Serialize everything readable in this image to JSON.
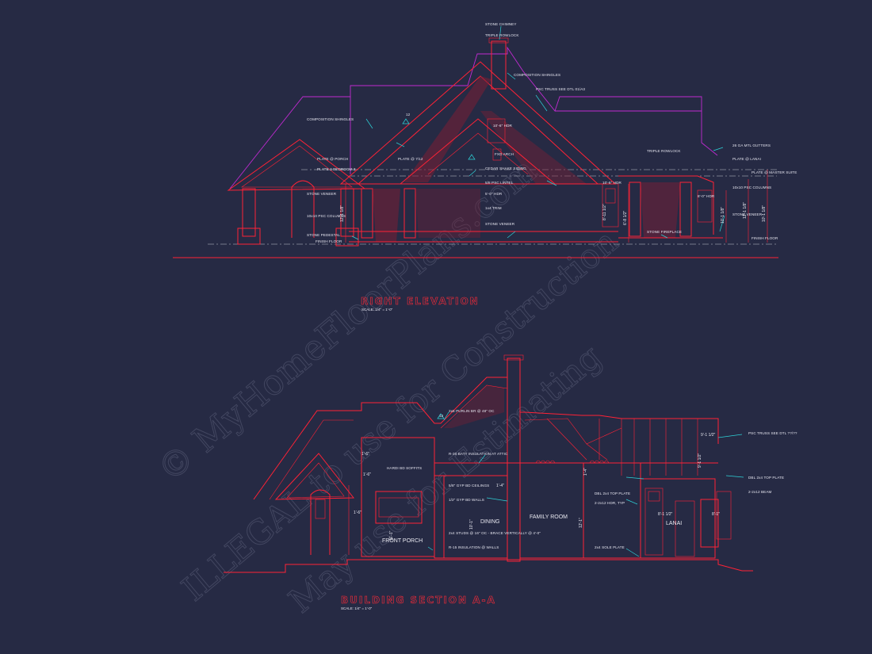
{
  "watermark": {
    "line1": "© MyHomeFloorPlans.com",
    "line2": "ILLEGAL to use for Construction",
    "line3": "May use for Estimating"
  },
  "elevation": {
    "title": "RIGHT ELEVATION",
    "scale": "SCALE: 1/4\" = 1'-0\"",
    "notes": {
      "stone_chimney": "STONE CHIMNEY",
      "triple_rowlock_top": "TRIPLE ROWLOCK",
      "composition_shingles_r": "COMPOSITION SHINGLES",
      "psc_truss": "PSC TRUSS SEE DTL 01/A3",
      "composition_shingles_l": "COMPOSITION SHINGLES",
      "plate_porch": "PLATE @ PORCH",
      "plate_bedroom": "PLATE 2 BEDROOM 3",
      "plate_712": "PLATE @ 7/12",
      "fxd_arch": "FXD ARCH",
      "cedar_shake": "CEDAR SHAKE SIDING",
      "sill_lintel": "5/8 PSC LINTEL",
      "hdr_top": "10'-6\" HDR",
      "hdr_mid": "5'-0\" HDR",
      "trim": "1x4 TRIM",
      "stone_veneer_c": "STONE VENEER",
      "stone_veneer_l": "STONE VENEER",
      "psc_columns_l": "10x10 PSC COLUMNS",
      "stone_pedestal": "STONE PEDESTAL",
      "finish_floor_l": "FINISH FLOOR",
      "triple_rowlock_r": "TRIPLE ROWLOCK",
      "gutters": "26 GA MTL GUTTERS",
      "plate_lanai": "PLATE @ LANAI",
      "plate_master": "PLATE @ MASTER SUITE",
      "psc_columns_r": "10x10 PSC COLUMNS",
      "stone_veneer_r": "STONE VENEER",
      "finish_floor_r": "FINISH FLOOR",
      "stone_fireplace": "STONE FIREPLACE",
      "hdr_right": "10'-6\" HDR",
      "hdr_right2": "8'-0\" HDR",
      "pitch": "12"
    },
    "dims": {
      "d1": "12'-1 1/8\"",
      "d2": "10'-1 1/8\"",
      "d3": "12'-1 1/8\"",
      "d4": "10'-1 1/8\"",
      "d5": "8'-11 1/2\"",
      "d6": "6'-8 1/2\""
    }
  },
  "section": {
    "title": "BUILDING SECTION A-A",
    "scale": "SCALE: 1/4\" = 1'-0\"",
    "rooms": {
      "front_porch": "FRONT PORCH",
      "dining": "DINING",
      "family_room": "FAMILY ROOM",
      "lanai": "LANAI"
    },
    "notes": {
      "purlin": "2x6 PURLIN BR @ 48\" OC",
      "batt_attic": "R-30 BATT INSULATION AT ATTIC",
      "hardi_soffits": "HARDI BD SOFFITS",
      "gyp_ceiling": "5/8\" GYP BD CEILINGS",
      "gyp_walls": "1/2\" GYP BD WALLS",
      "studs": "2x4 STUDS @ 16\" OC - BRACE VERTICALLY @ 4'-0\"",
      "batt_walls": "R-15 INSULATION @ WALLS",
      "psc_truss": "PSC TRUSS SEE DTL ??/??",
      "dbl_top_plate_r": "DBL 2x4 TOP PLATE",
      "beam": "2-2x12 BEAM",
      "dbl_top_plate": "DBL 2x4 TOP PLATE",
      "hdr_typ": "2-2x12 HDR, TYP",
      "sole_plate": "2x4 SOLE PLATE",
      "pitch": "12"
    },
    "dims": {
      "s1": "9'-1 1/2\"",
      "s2": "1'-4\"",
      "s3": "1'-6\"",
      "s4": "1'-6\"",
      "s5": "11'-1\"",
      "s6": "10'-1\"",
      "s7": "12'-1\"",
      "s8": "8'-1 1/2\"",
      "s9": "1'-4\"",
      "s10": "9'-1 1/2\"",
      "s11": "1'-6\"",
      "s12": "8'-1\""
    }
  }
}
